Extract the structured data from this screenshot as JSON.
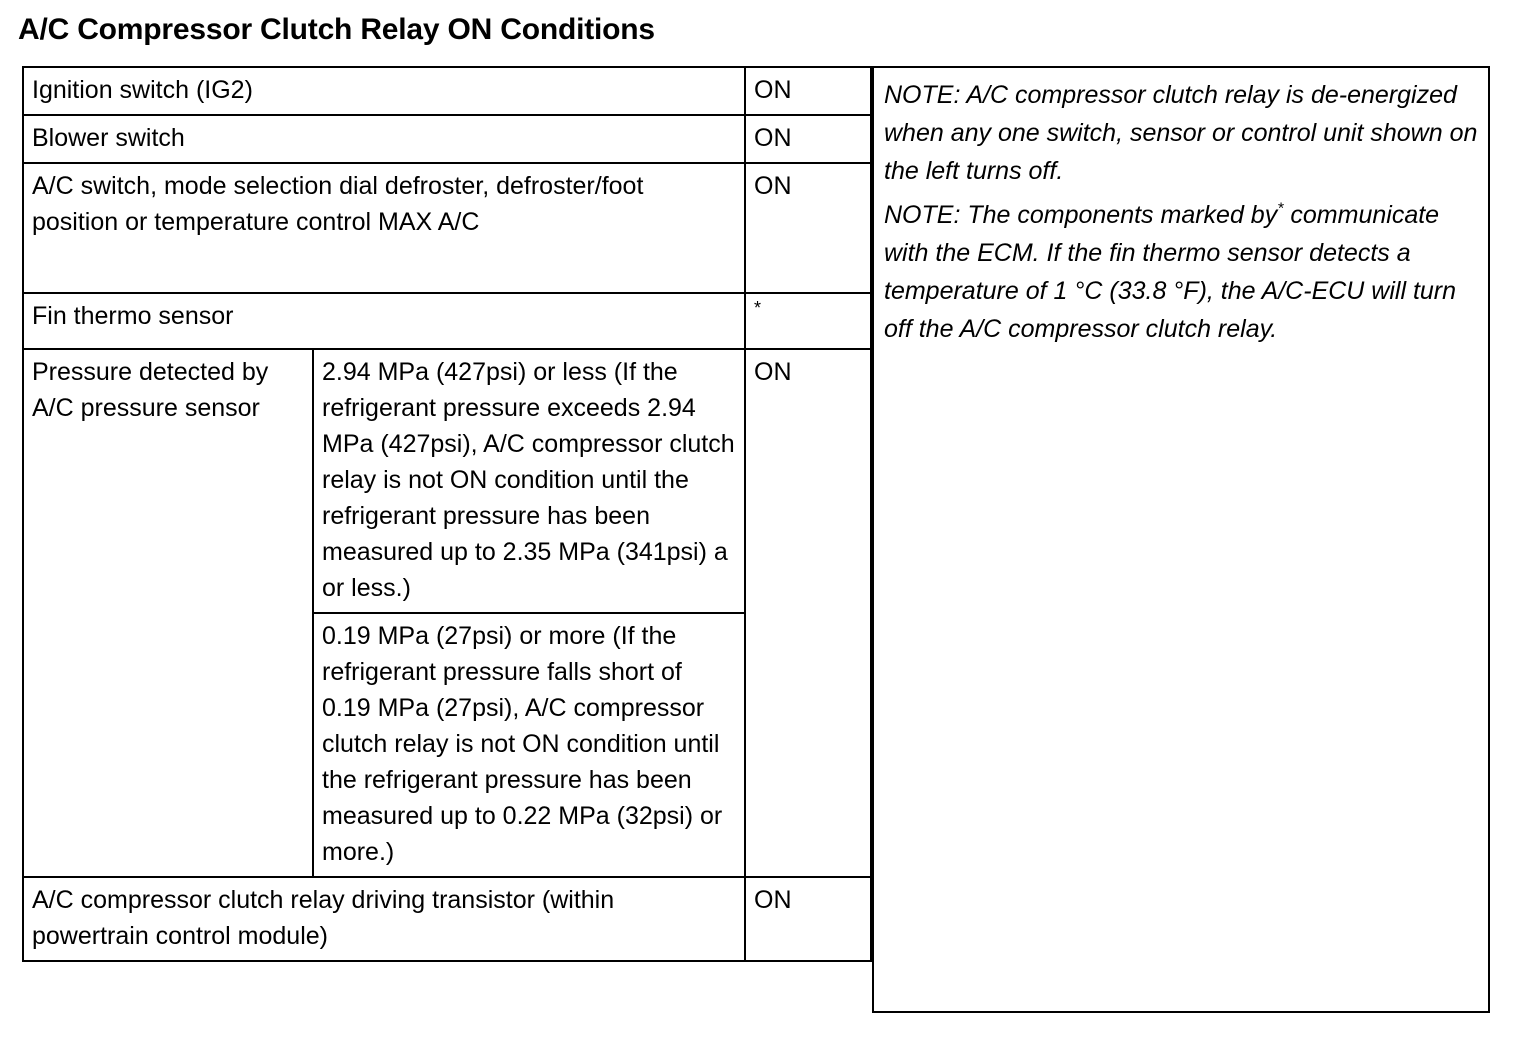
{
  "title": "A/C Compressor Clutch Relay ON Conditions",
  "table": {
    "rows": [
      {
        "label": "Ignition switch (IG2)",
        "detail": null,
        "status": "ON"
      },
      {
        "label": "Blower switch",
        "detail": null,
        "status": "ON"
      },
      {
        "label": "A/C switch, mode selection dial defroster, defroster/foot position or temperature control MAX A/C",
        "detail": null,
        "status": "ON"
      },
      {
        "label": "Fin thermo sensor",
        "detail": null,
        "status": "*"
      },
      {
        "label": "Pressure detected by A/C pressure sensor",
        "detail": "2.94 MPa (427psi) or less (If the refrigerant pressure exceeds 2.94 MPa (427psi), A/C compressor clutch relay is not ON condition until the refrigerant pressure has been measured up to 2.35 MPa (341psi) a or less.)",
        "status": "ON"
      },
      {
        "label": null,
        "detail": "0.19 MPa (27psi) or more (If the refrigerant pressure falls short of 0.19 MPa (27psi), A/C compressor clutch relay is not ON condition until the refrigerant pressure has been measured up to 0.22 MPa (32psi) or more.)",
        "status": null
      },
      {
        "label": "A/C compressor clutch relay driving transistor (within powertrain control module)",
        "detail": null,
        "status": "ON"
      }
    ]
  },
  "notes": {
    "note1": "NOTE: A/C compressor clutch relay is de-energized when any one switch, sensor or control unit shown on the left turns off.",
    "note2_before": "NOTE:  The components marked by",
    "note2_superscript": "*",
    "note2_after": "communicate with the ECM. If the fin thermo sensor detects a temperature of 1 °C (33.8 °F), the A/C-ECU will turn off the A/C compressor clutch relay."
  }
}
